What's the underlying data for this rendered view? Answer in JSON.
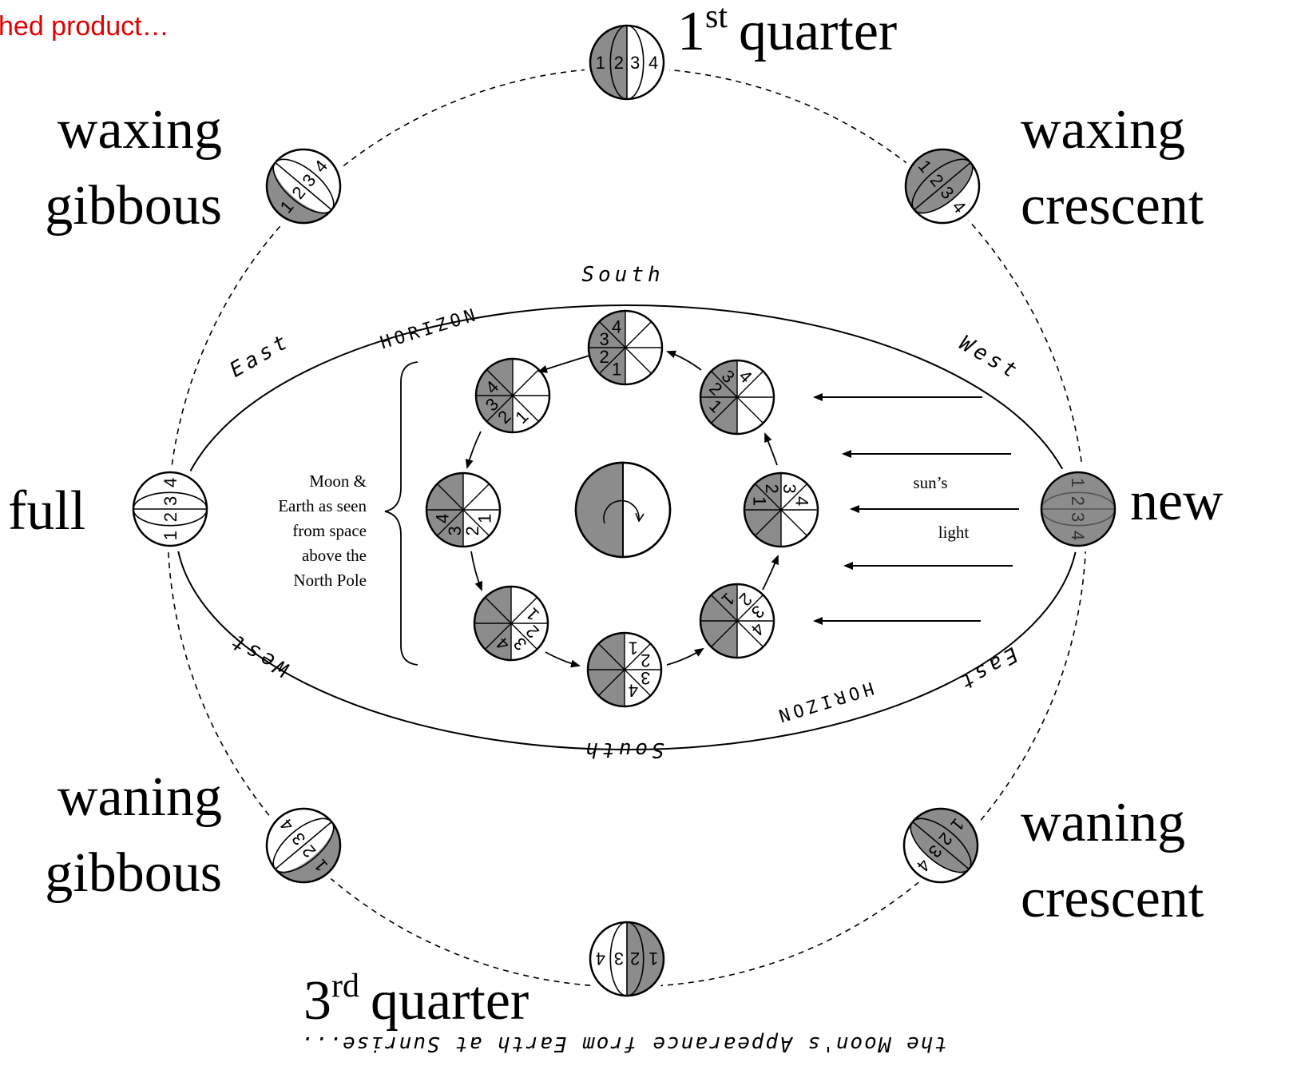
{
  "header_note": "hed product…",
  "phase_labels": {
    "first_quarter_num": "1",
    "first_quarter_sup": "st",
    "first_quarter_word": "quarter",
    "third_quarter_num": "3",
    "third_quarter_sup": "rd",
    "third_quarter_word": "quarter",
    "waxing_gibbous_1": "waxing",
    "waxing_gibbous_2": "gibbous",
    "waxing_crescent_1": "waxing",
    "waxing_crescent_2": "crescent",
    "waning_gibbous_1": "waning",
    "waning_gibbous_2": "gibbous",
    "waning_crescent_1": "waning",
    "waning_crescent_2": "crescent",
    "full": "full",
    "new": "new"
  },
  "horizon": {
    "south_top": "South",
    "south_bottom": "South",
    "horizon_top": "HORIZON",
    "horizon_bottom": "HORIZON",
    "east_top": "East",
    "west_top": "West",
    "east_bottom": "East",
    "west_bottom": "West"
  },
  "caption_lines": [
    "Moon &",
    "Earth as seen",
    "from space",
    "above the",
    "North Pole"
  ],
  "sun_label_1": "sun’s",
  "sun_label_2": "light",
  "mirror_caption": "the Moon's Appearance from Earth at Sunrise...",
  "sector_numbers": [
    "1",
    "2",
    "3",
    "4"
  ],
  "colors": {
    "shade": "#8c8c8c",
    "text_red": "#e00000",
    "ink": "#000000"
  }
}
